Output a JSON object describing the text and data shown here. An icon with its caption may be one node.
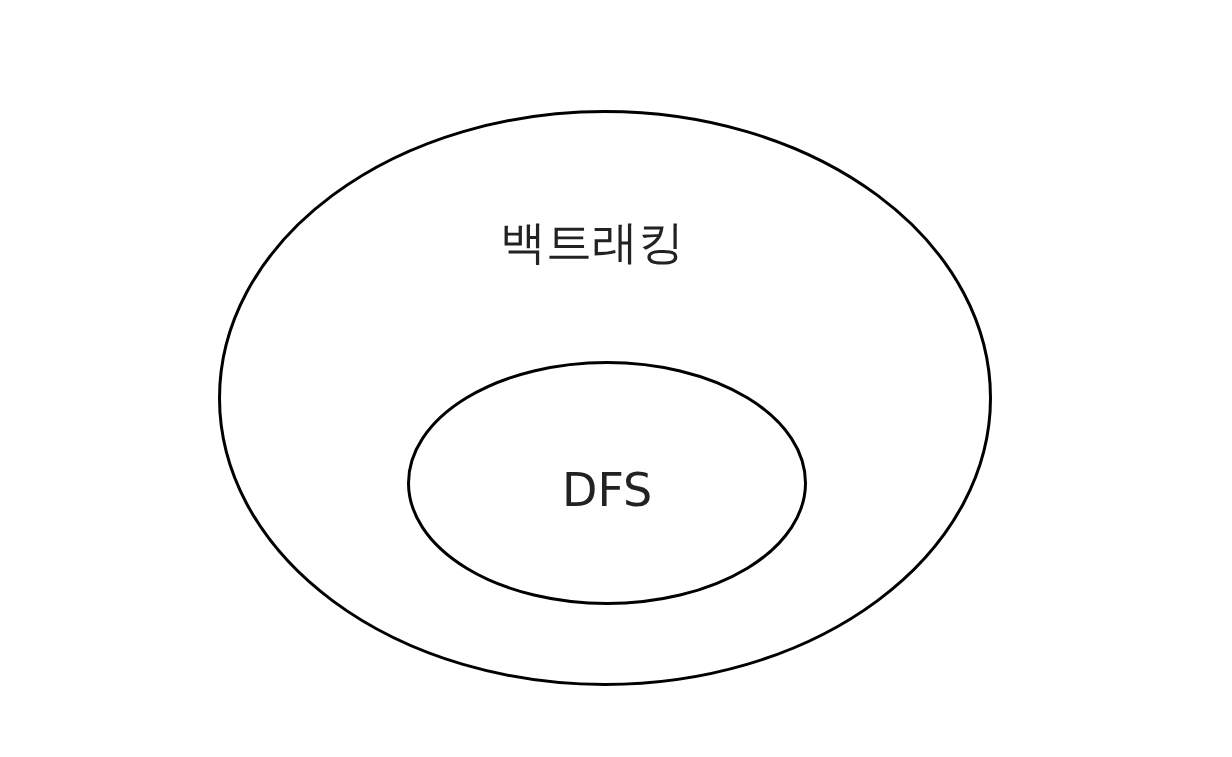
{
  "diagram": {
    "nodes": [
      {
        "text": [
          "백트래킹"
        ]
      },
      {
        "text": [
          "DFS"
        ],
        "in": 0
      }
    ]
  }
}
